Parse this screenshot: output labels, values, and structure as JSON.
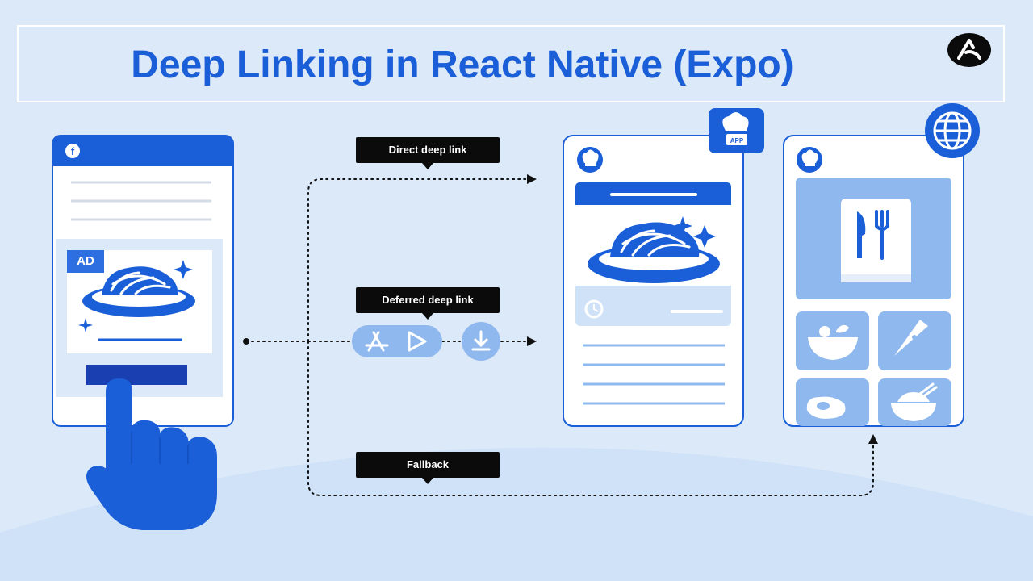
{
  "title": "Deep Linking in React Native (Expo)",
  "flows": {
    "direct": "Direct deep link",
    "deferred": "Deferred deep link",
    "fallback": "Fallback"
  },
  "ad_tag": "AD",
  "app_badge": "APP",
  "icons": {
    "brand": "brand-logo-icon",
    "facebook": "facebook-icon",
    "app_store": "app-store-icon",
    "play_store": "play-store-icon",
    "download": "download-icon",
    "chef_hat": "chef-hat-icon",
    "globe": "globe-icon",
    "clock": "clock-icon",
    "cutlery": "cutlery-icon",
    "salad": "salad-icon",
    "pizza": "pizza-icon",
    "steak": "steak-icon",
    "rice_bowl": "rice-bowl-icon",
    "pasta": "pasta-icon",
    "hand": "hand-pointer-icon",
    "sparkle": "sparkle-icon"
  },
  "colors": {
    "background": "#dce9f9",
    "primary": "#1a5fd8",
    "light_blue": "#8fb8ee",
    "callout": "#0b0b0b"
  }
}
